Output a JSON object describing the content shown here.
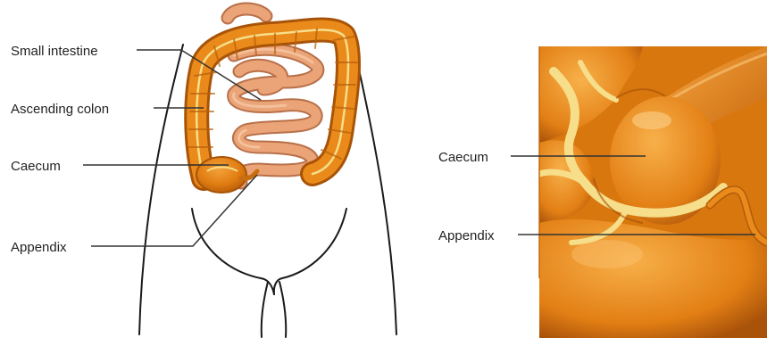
{
  "left_panel": {
    "labels": {
      "small_intestine": "Small intestine",
      "ascending_colon": "Ascending colon",
      "caecum": "Caecum",
      "appendix": "Appendix"
    }
  },
  "right_panel": {
    "labels": {
      "caecum": "Caecum",
      "appendix": "Appendix"
    }
  },
  "colors": {
    "colon": "#e98a1a",
    "colon_dark": "#b85f0c",
    "small_intestine": "#e8a070",
    "small_intestine_dark": "#b8704a",
    "fat": "#f6de8a",
    "body_outline": "#1a1a1a",
    "leader_line": "#333333"
  }
}
